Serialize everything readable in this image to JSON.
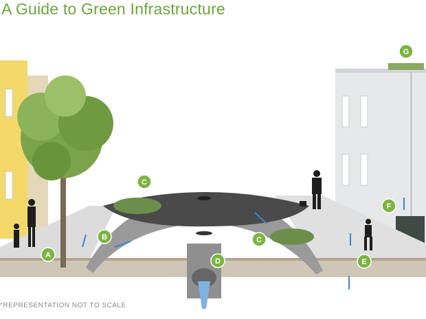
{
  "title": "A Guide to Green Infrastructure",
  "footnote": "*REPRESENTATION NOT TO SCALE",
  "markers": [
    "A",
    "B",
    "C",
    "D",
    "C",
    "E",
    "F",
    "G"
  ],
  "colors": {
    "accent": "#6aa83a",
    "marker": "#7cb342",
    "water": "#4a90d9"
  }
}
